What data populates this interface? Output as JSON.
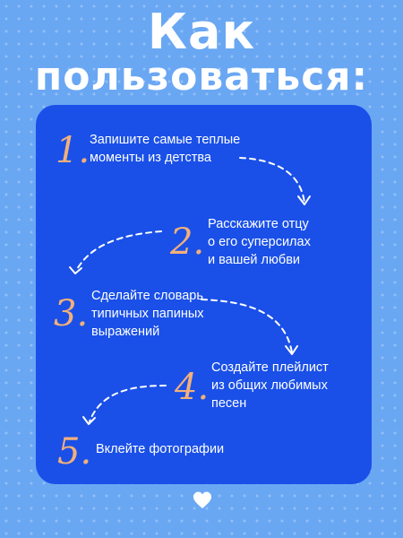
{
  "title": {
    "line1": "Как",
    "line2": "пользоваться:"
  },
  "steps": [
    {
      "num": "1.",
      "text": "Запишите самые теплые\nмоменты из детства"
    },
    {
      "num": "2.",
      "text": "Расскажите отцу\nо его суперсилах\nи вашей любви"
    },
    {
      "num": "3.",
      "text": "Сделайте словарь\nтипичных папиных\nвыражений"
    },
    {
      "num": "4.",
      "text": "Создайте плейлист\nиз общих любимых\nпесен"
    },
    {
      "num": "5.",
      "text": "Вклейте фотографии"
    }
  ],
  "colors": {
    "background": "#6aa7f3",
    "card": "#1a50e8",
    "accent_number": "#f3b07a",
    "text": "#ffffff"
  },
  "icons": [
    "heart-icon",
    "dashed-arrow-icon"
  ]
}
